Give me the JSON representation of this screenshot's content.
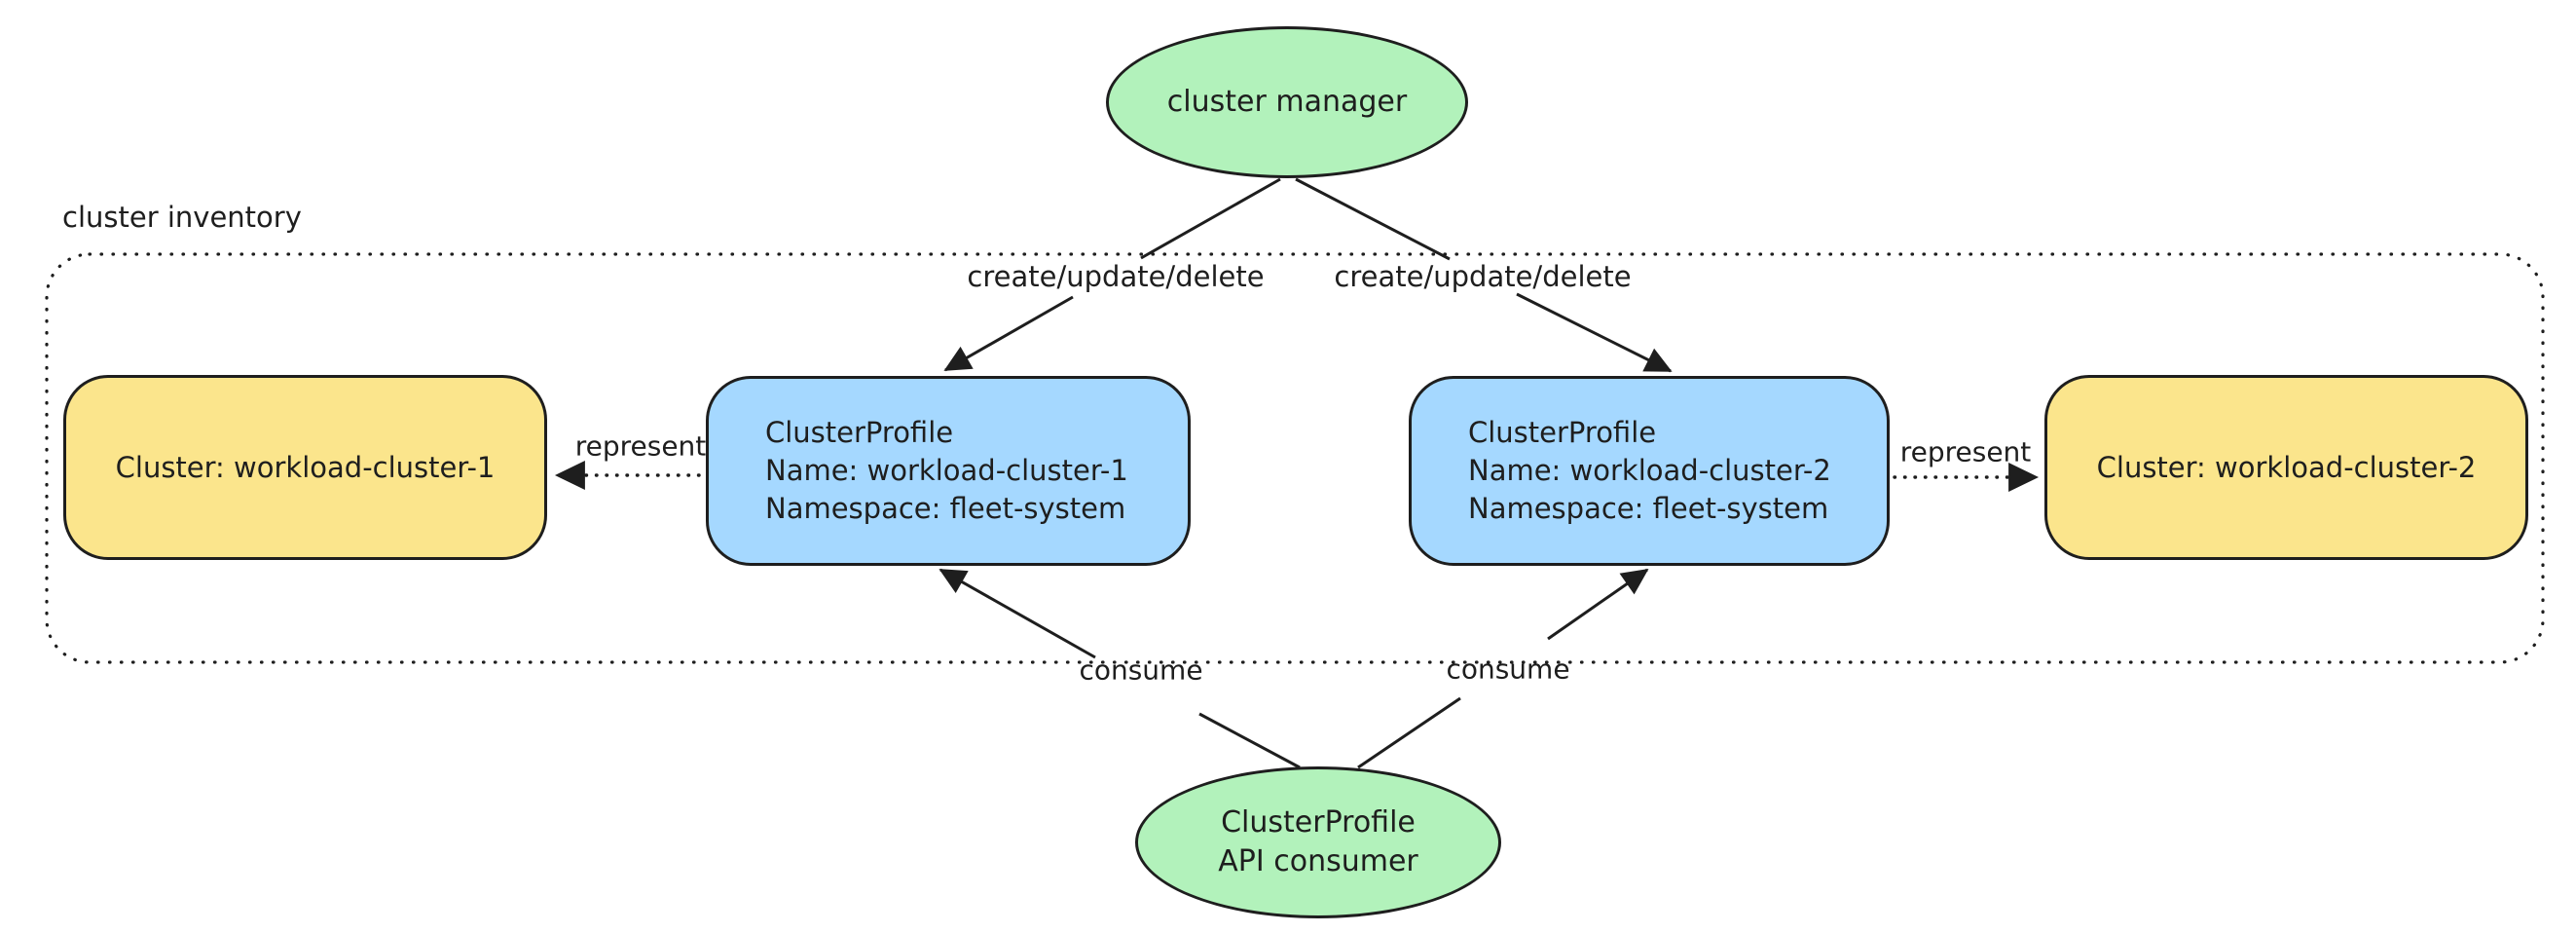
{
  "container": {
    "label": "cluster inventory"
  },
  "nodes": {
    "cluster_manager": {
      "label": "cluster manager",
      "shape": "ellipse",
      "fill": "#b2f2bb"
    },
    "api_consumer": {
      "line1": "ClusterProfile",
      "line2": "API consumer",
      "shape": "ellipse",
      "fill": "#b2f2bb"
    },
    "cluster_1": {
      "label": "Cluster: workload-cluster-1",
      "shape": "rounded-rect",
      "fill": "#fbe58c"
    },
    "profile_1": {
      "line1": "ClusterProfile",
      "line2": "Name: workload-cluster-1",
      "line3": "Namespace: fleet-system",
      "shape": "rounded-rect",
      "fill": "#a5d8ff"
    },
    "profile_2": {
      "line1": "ClusterProfile",
      "line2": "Name: workload-cluster-2",
      "line3": "Namespace: fleet-system",
      "shape": "rounded-rect",
      "fill": "#a5d8ff"
    },
    "cluster_2": {
      "label": "Cluster: workload-cluster-2",
      "shape": "rounded-rect",
      "fill": "#fbe58c"
    }
  },
  "edges": {
    "create_left": {
      "label": "create/update/delete",
      "from": "cluster_manager",
      "to": "profile_1",
      "style": "solid-arrow"
    },
    "create_right": {
      "label": "create/update/delete",
      "from": "cluster_manager",
      "to": "profile_2",
      "style": "solid-arrow"
    },
    "represent_left": {
      "label": "represent",
      "from": "profile_1",
      "to": "cluster_1",
      "style": "dotted-arrow"
    },
    "represent_right": {
      "label": "represent",
      "from": "profile_2",
      "to": "cluster_2",
      "style": "dotted-arrow"
    },
    "consume_left": {
      "label": "consume",
      "from": "api_consumer",
      "to": "profile_1",
      "style": "solid-arrow"
    },
    "consume_right": {
      "label": "consume",
      "from": "api_consumer",
      "to": "profile_2",
      "style": "solid-arrow"
    }
  },
  "colors": {
    "stroke": "#1e1e1e",
    "actor_fill": "#b2f2bb",
    "cluster_fill": "#fbe58c",
    "profile_fill": "#a5d8ff",
    "background": "#ffffff"
  }
}
